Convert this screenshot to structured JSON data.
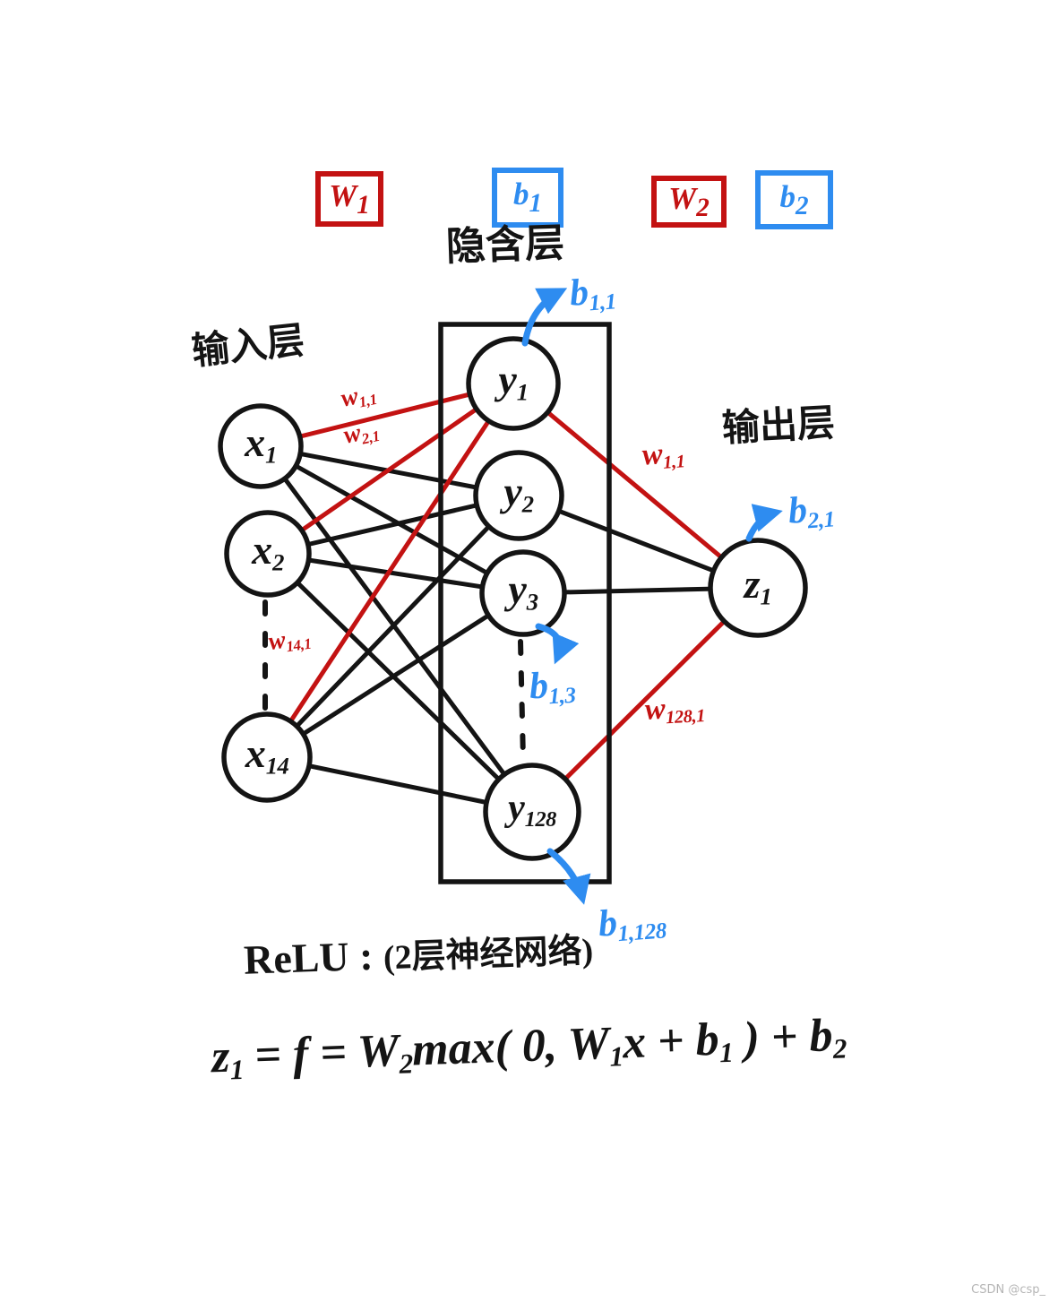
{
  "colors": {
    "ink": "#141414",
    "weight_red": "#c31212",
    "bias_blue": "#2e8cf0",
    "watermark_gray": "#b5b5b5"
  },
  "legend": {
    "w1": {
      "base": "W",
      "sub": "1"
    },
    "b1": {
      "base": "b",
      "sub": "1"
    },
    "w2": {
      "base": "W",
      "sub": "2"
    },
    "b2": {
      "base": "b",
      "sub": "2"
    }
  },
  "layers": {
    "input_label": "输入层",
    "hidden_label": "隐含层",
    "output_label": "输出层"
  },
  "nodes": {
    "x1": {
      "base": "x",
      "sub": "1"
    },
    "x2": {
      "base": "x",
      "sub": "2"
    },
    "x14": {
      "base": "x",
      "sub": "14"
    },
    "y1": {
      "base": "y",
      "sub": "1"
    },
    "y2": {
      "base": "y",
      "sub": "2"
    },
    "y3": {
      "base": "y",
      "sub": "3"
    },
    "y128": {
      "base": "y",
      "sub": "128"
    },
    "z1": {
      "base": "z",
      "sub": "1"
    }
  },
  "weights": {
    "w11_in": {
      "base": "w",
      "sub": "1,1"
    },
    "w21_in": {
      "base": "w",
      "sub": "2,1"
    },
    "w141_in": {
      "base": "w",
      "sub": "14,1"
    },
    "w11_out": {
      "base": "w",
      "sub": "1,1"
    },
    "w1281_out": {
      "base": "w",
      "sub": "128,1"
    }
  },
  "biases": {
    "b11": {
      "base": "b",
      "sub": "1,1"
    },
    "b13": {
      "base": "b",
      "sub": "1,3"
    },
    "b1128": {
      "base": "b",
      "sub": "1,128"
    },
    "b21": {
      "base": "b",
      "sub": "2,1"
    }
  },
  "notes": {
    "relu_label": "ReLU :",
    "relu_note": "(2层神经网络)"
  },
  "formula": {
    "segments": [
      {
        "t": "z"
      },
      {
        "s": "1"
      },
      {
        "t": " = f = W"
      },
      {
        "s": "2"
      },
      {
        "t": "max( 0, W"
      },
      {
        "s": "1"
      },
      {
        "t": "x + b"
      },
      {
        "s": "1"
      },
      {
        "t": " ) + b"
      },
      {
        "s": "2"
      }
    ]
  },
  "watermark": "CSDN @csp_"
}
